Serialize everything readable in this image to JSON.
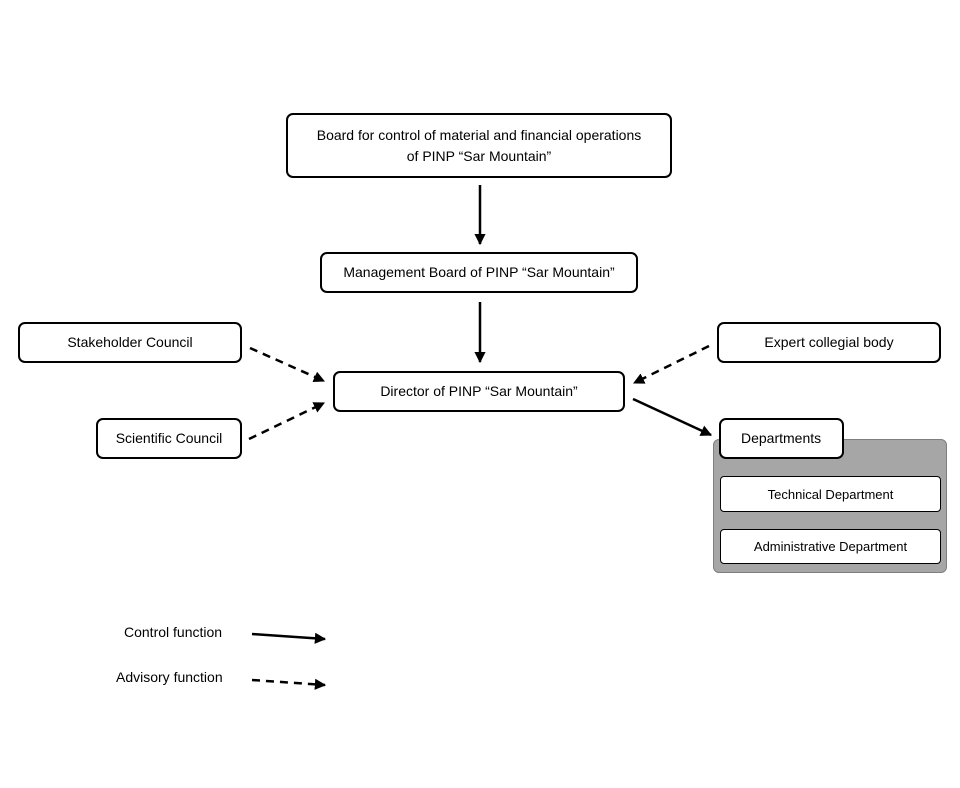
{
  "nodes": {
    "board_control": "Board for control of material and financial operations\nof PINP “Sar Mountain”",
    "management_board": "Management Board of PINP “Sar Mountain”",
    "director": "Director of PINP “Sar Mountain”",
    "stakeholder_council": "Stakeholder  Council",
    "scientific_council": "Scientific Council",
    "expert_body": "Expert collegial body",
    "departments": "Departments",
    "technical_department": "Technical Department",
    "administrative_department": "Administrative Department"
  },
  "legend": {
    "control": "Control function",
    "advisory": "Advisory function"
  },
  "edges": [
    {
      "from": "board_control",
      "to": "management_board",
      "type": "control"
    },
    {
      "from": "management_board",
      "to": "director",
      "type": "control"
    },
    {
      "from": "stakeholder_council",
      "to": "director",
      "type": "advisory"
    },
    {
      "from": "scientific_council",
      "to": "director",
      "type": "advisory"
    },
    {
      "from": "expert_body",
      "to": "director",
      "type": "advisory"
    },
    {
      "from": "director",
      "to": "departments",
      "type": "control"
    }
  ],
  "colors": {
    "stroke": "#000000",
    "group_fill": "#a6a6a6"
  }
}
